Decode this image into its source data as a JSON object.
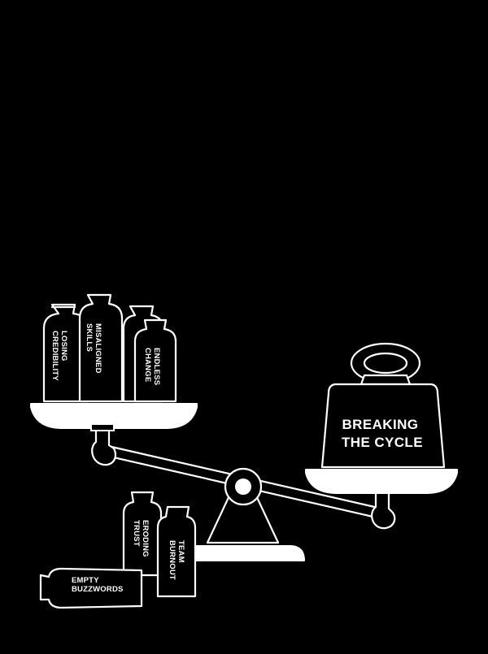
{
  "illustration": {
    "colors": {
      "background": "#000000",
      "line": "#ffffff"
    },
    "icons": [
      "balance-scale-icon",
      "bottle-weight-icon",
      "kettlebell-weight-icon"
    ],
    "left_pan_weights": [
      {
        "line1": "LOSING",
        "line2": "CREDIBILITY"
      },
      {
        "line1": "MISALIGNED",
        "line2": "SKILLS"
      },
      {
        "line1": "ENDLESS",
        "line2": "CHANGE"
      }
    ],
    "right_pan_weight": {
      "line1": "BREAKING",
      "line2": "THE CYCLE"
    },
    "fallen_weights": [
      {
        "line1": "ERODING",
        "line2": "TRUST"
      },
      {
        "line1": "TEAM",
        "line2": "BURNOUT"
      },
      {
        "line1": "EMPTY",
        "line2": "BUZZWORDS"
      }
    ]
  }
}
